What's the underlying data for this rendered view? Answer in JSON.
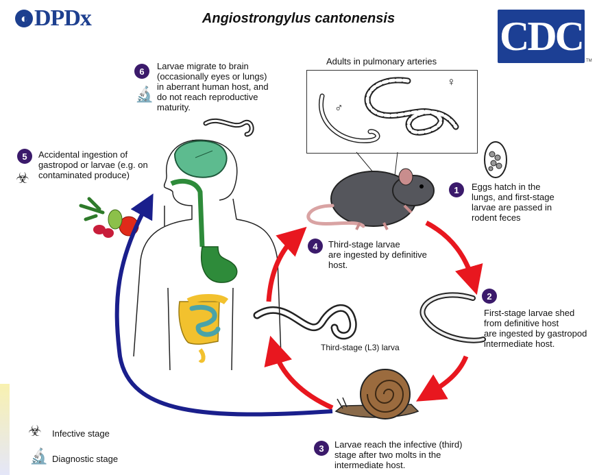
{
  "header": {
    "logo_dpdx": "DPDx",
    "title": "Angiostrongylus cantonensis",
    "logo_cdc": "CDC",
    "tm": "TM"
  },
  "adults_box": {
    "label": "Adults in pulmonary arteries",
    "male_symbol": "♂",
    "female_symbol": "♀"
  },
  "steps": [
    {
      "number": "1",
      "text_lines": [
        "Eggs hatch in the",
        "lungs, and first-stage",
        "larvae are passed in",
        "rodent feces"
      ]
    },
    {
      "number": "2",
      "text_lines": [
        "First-stage larvae shed",
        "from definitive host",
        "are ingested by gastropod",
        "intermediate host."
      ]
    },
    {
      "number": "3",
      "text_lines": [
        "Larvae reach the infective (third)",
        "stage after two molts in the",
        "intermediate host."
      ]
    },
    {
      "number": "4",
      "text_lines": [
        "Third-stage larvae",
        "are ingested by definitive",
        "host."
      ]
    },
    {
      "number": "5",
      "text_lines": [
        "Accidental ingestion of",
        "gastropod or larvae (e.g. on",
        "contaminated produce)"
      ]
    },
    {
      "number": "6",
      "text_lines": [
        "Larvae migrate to brain",
        "(occasionally eyes or lungs)",
        "in aberrant human host, and",
        "do not reach reproductive",
        "maturity."
      ]
    }
  ],
  "larva_label": "Third-stage (L3) larva",
  "legend": {
    "infective": "Infective stage",
    "diagnostic": "Diagnostic stage"
  },
  "colors": {
    "number_badge": "#3b1a6b",
    "red_arrow": "#e8171f",
    "blue_arrow": "#1a1f8c",
    "brain": "#5dbb8f",
    "gut_green": "#2e8b3a",
    "colon_yellow": "#f2c12e",
    "small_intestine": "#4aa3a8",
    "cdc_blue": "#1c3f94"
  },
  "icons": {
    "infective": "biohazard-icon",
    "diagnostic": "microscope-icon"
  }
}
